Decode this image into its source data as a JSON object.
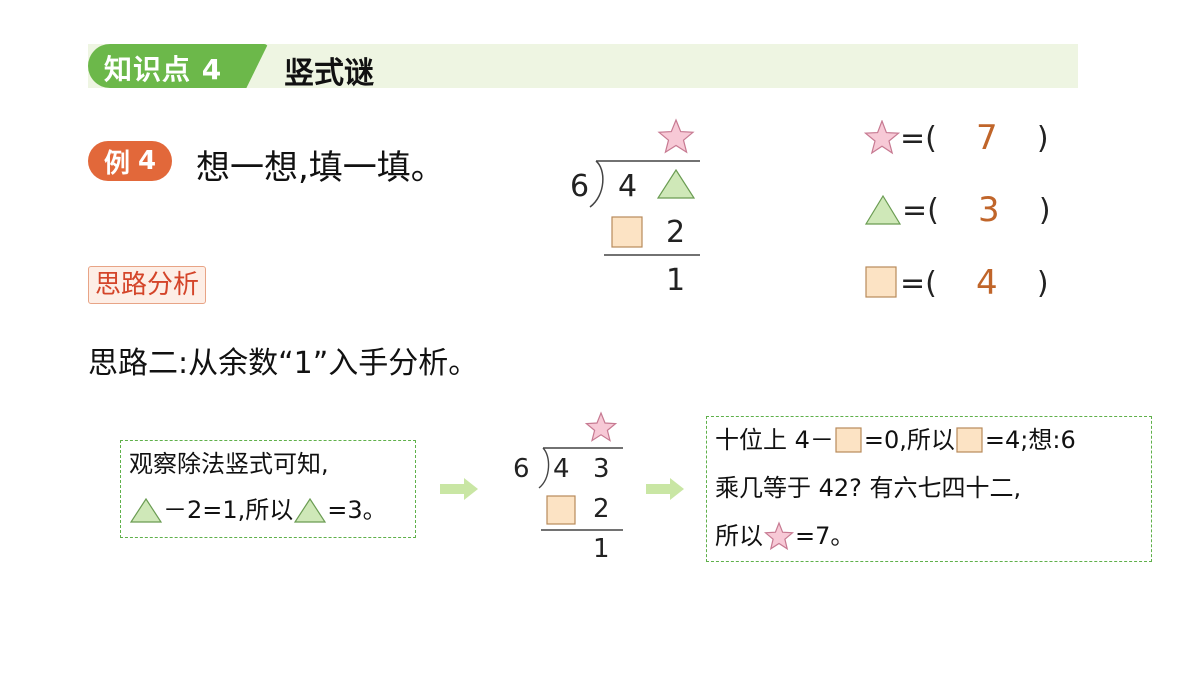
{
  "header": {
    "tag_label": "知识点 4",
    "title": "竖式谜"
  },
  "example": {
    "badge_word": "例",
    "badge_number": "4",
    "instruction": "想一想,填一填。"
  },
  "problem": {
    "divisor": "6",
    "dividend_tens": "4",
    "product_ones": "2",
    "remainder": "1"
  },
  "answers": [
    {
      "shape": "star",
      "open": "=(",
      "value": "7",
      "close": ")"
    },
    {
      "shape": "triangle",
      "open": "=(",
      "value": "3",
      "close": ")"
    },
    {
      "shape": "square",
      "open": "=(",
      "value": "4",
      "close": ")"
    }
  ],
  "analysis": {
    "tag": "思路分析",
    "method_two": "思路二:从余数“1”入手分析。"
  },
  "step1": {
    "line1": "观察除法竖式可知,",
    "line2_a": "－2=1,所以",
    "line2_b": "=3。"
  },
  "step2": {
    "divisor": "6",
    "dividend_tens": "4",
    "dividend_ones": "3",
    "product_ones": "2",
    "remainder": "1"
  },
  "step3": {
    "line1_a": "十位上 4－",
    "line1_b": "=0,所以",
    "line1_c": "=4;想:6",
    "line2": "乘几等于 42? 有六七四十二,",
    "line3_a": "所以",
    "line3_b": "=7。"
  },
  "colors": {
    "green_tab": "#6cb84a",
    "band_bg": "#eef5e2",
    "badge_orange": "#e2683a",
    "answer_value": "#c0652a",
    "star_fill": "#f7c9d6",
    "triangle_fill": "#cfe8b8",
    "square_fill": "#fce3c4",
    "arrow": "#c9e6a4"
  }
}
